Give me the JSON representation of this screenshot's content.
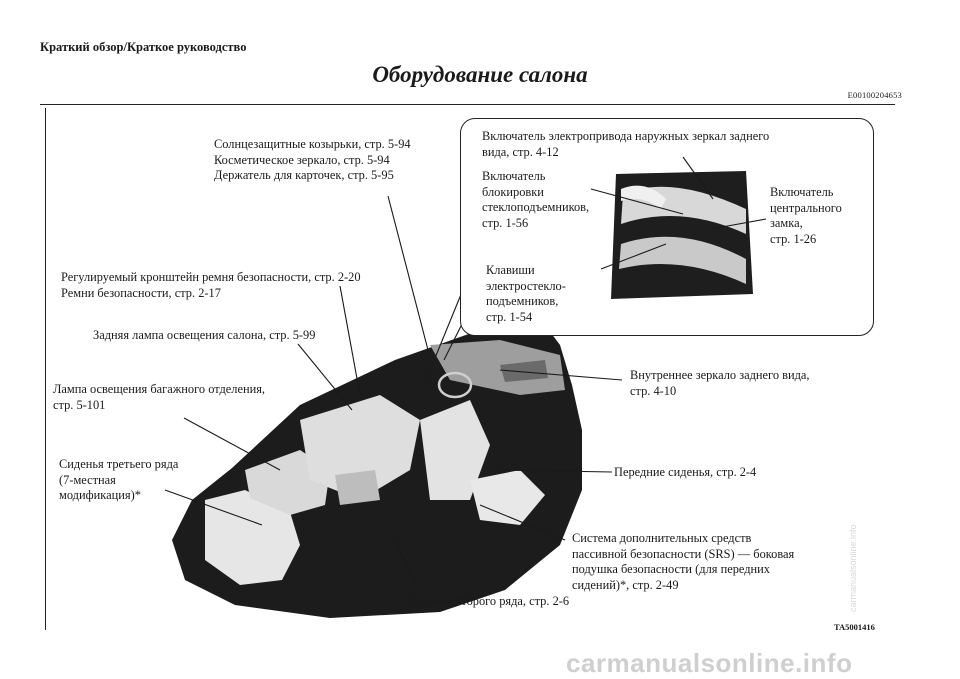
{
  "header": {
    "text": "Краткий обзор/Краткое руководство"
  },
  "page": {
    "title": "Оборудование салона",
    "doc_id": "E00100204653"
  },
  "labels": {
    "sun_visors": "Солнцезащитные козырьки, стр. 5-94\nКосметическое зеркало, стр. 5-94\nДержатель для карточек, стр. 5-95",
    "belt_anchor": "Регулируемый кронштейн ремня безопасности, стр. 2-20\nРемни безопасности, стр. 2-17",
    "rear_lamp": "Задняя лампа освещения салона, стр. 5-99",
    "cargo_lamp": "Лампа освещения багажного отделения,\nстр. 5-101",
    "third_row": "Сиденья третьего ряда\n(7-местная\nмодификация)*",
    "mirror": "Внутреннее зеркало заднего вида,\nстр. 4-10",
    "front_seats": "Передние сиденья, стр. 2-4",
    "srs": "Система дополнительных средств\nпассивной безопасности (SRS) — боковая\nподушка безопасности (для передних\nсидений)*, стр. 2-49",
    "second_row": "Сиденья второго ряда, стр. 2-6"
  },
  "inset": {
    "mirror_switch": "Включатель электропривода наружных зеркал заднего\nвида, стр. 4-12",
    "lock_switch": "Включатель\nблокировки\nстеклоподъемников,\nстр. 1-56",
    "central_lock": "Включатель\nцентрального\nзамка,\nстр. 1-26",
    "window_keys": "Клавиши\nэлектростекло-\nподъемников,\nстр. 1-54"
  },
  "figure_code": "TA5001416",
  "watermark": "carmanualsonline.info",
  "watermark_small": "carmanualsonline.info"
}
